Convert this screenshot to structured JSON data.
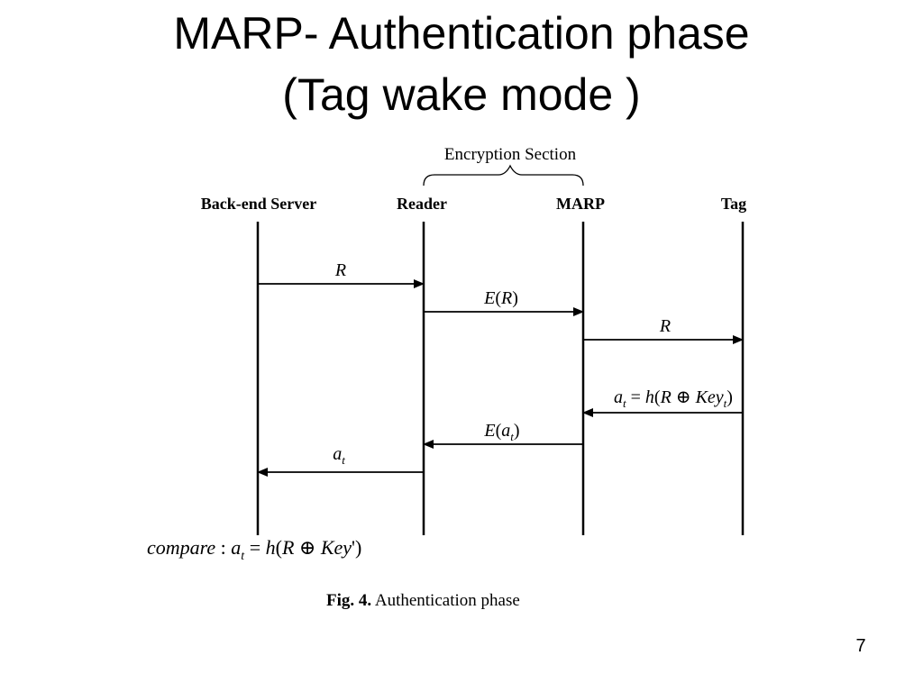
{
  "slide": {
    "title_line1": "MARP- Authentication phase",
    "title_line2": "(Tag wake mode )",
    "page_number": "7"
  },
  "diagram": {
    "section_label": "Encryption Section",
    "participants": [
      "Back-end Server",
      "Reader",
      "MARP",
      "Tag"
    ],
    "messages": [
      {
        "from": "Back-end Server",
        "to": "Reader",
        "label": "R"
      },
      {
        "from": "Reader",
        "to": "MARP",
        "label": "E(R)"
      },
      {
        "from": "MARP",
        "to": "Tag",
        "label": "R"
      },
      {
        "from": "Tag",
        "to": "MARP",
        "label": "a_t = h(R ⊕ Key_t)"
      },
      {
        "from": "MARP",
        "to": "Reader",
        "label": "E(a_t)"
      },
      {
        "from": "Reader",
        "to": "Back-end Server",
        "label": "a_t"
      }
    ],
    "note": "compare : a_t = h(R ⊕ Key')",
    "caption_prefix": "Fig. 4.",
    "caption_text": "Authentication phase"
  }
}
